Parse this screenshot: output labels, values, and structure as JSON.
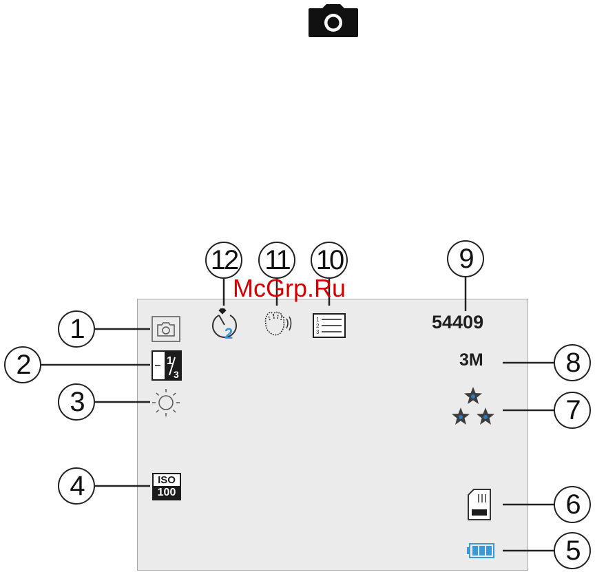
{
  "header": {
    "camera_icon": "camera-icon"
  },
  "watermark": "McGrp.Ru",
  "screen": {
    "shots_remaining": "54409",
    "resolution": "3M",
    "exposure_fraction": {
      "numerator": "1",
      "denominator": "3"
    },
    "iso": {
      "label": "ISO",
      "value": "100"
    },
    "self_timer_value": "2",
    "quality_stars": 3,
    "battery_bars": 3
  },
  "icons": {
    "mode": "camera-mode-icon",
    "exposure": "exposure-compensation-icon",
    "white_balance": "sun-icon",
    "iso": "iso-icon",
    "battery": "battery-icon",
    "memory_card": "sd-card-icon",
    "quality": "stars-icon",
    "stabilizer": "shaking-hand-icon",
    "burst": "burst-list-icon",
    "self_timer": "self-timer-icon"
  },
  "colors": {
    "accent": "#3a9ad9",
    "star_center": "#2a7bbf",
    "frame": "#a8a8a8"
  },
  "callouts": [
    "1",
    "2",
    "3",
    "4",
    "5",
    "6",
    "7",
    "8",
    "9",
    "10",
    "11",
    "12"
  ]
}
